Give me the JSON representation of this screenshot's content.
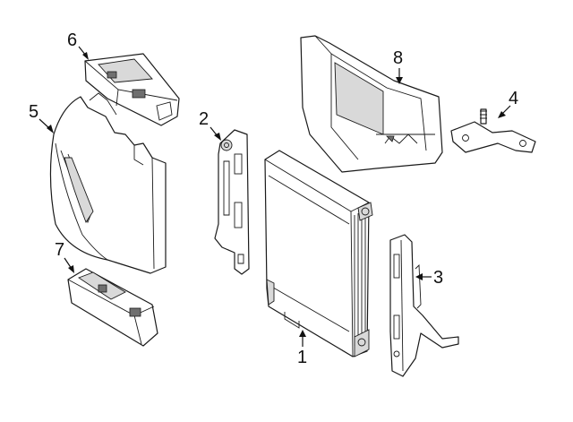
{
  "callouts": [
    {
      "id": "1",
      "label": "1"
    },
    {
      "id": "2",
      "label": "2"
    },
    {
      "id": "3",
      "label": "3"
    },
    {
      "id": "4",
      "label": "4"
    },
    {
      "id": "5",
      "label": "5"
    },
    {
      "id": "6",
      "label": "6"
    },
    {
      "id": "7",
      "label": "7"
    },
    {
      "id": "8",
      "label": "8"
    }
  ],
  "colors": {
    "background": "#ffffff",
    "line": "#1a1a1a",
    "shade": "#d9d9d9"
  }
}
